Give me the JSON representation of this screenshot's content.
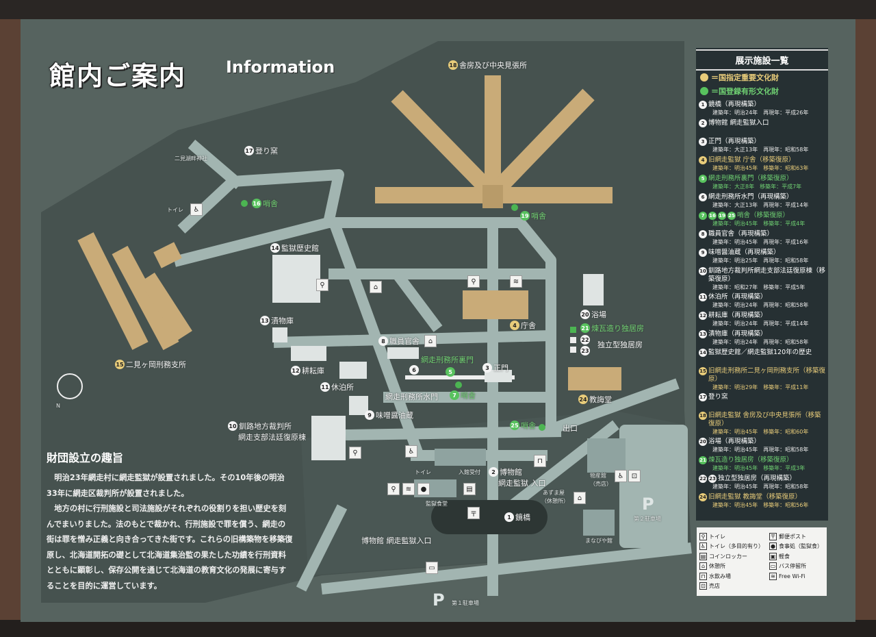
{
  "header": {
    "title": "館内ご案内",
    "title_en": "Information"
  },
  "legend": {
    "title": "展示施設一覧",
    "key_gold": "＝国指定重要文化財",
    "key_green": "＝国登録有形文化財",
    "colors": {
      "gold": "#e8cc7a",
      "green": "#58c25e"
    },
    "items": [
      {
        "nums": [
          "1"
        ],
        "name": "鏡橋（再現構築）",
        "built": "建築年：明治24年",
        "rebuilt": "再現年：平成26年",
        "tone": "white"
      },
      {
        "nums": [
          "2"
        ],
        "name": "博物館 網走監獄入口",
        "built": "",
        "rebuilt": "",
        "tone": "white"
      },
      {
        "nums": [
          "3"
        ],
        "name": "正門（再現構築）",
        "built": "建築年：大正13年",
        "rebuilt": "再現年：昭和58年",
        "tone": "white"
      },
      {
        "nums": [
          "4"
        ],
        "name": "旧網走監獄 庁舎（移築復原）",
        "built": "建築年：明治45年",
        "rebuilt": "移築年：昭和63年",
        "tone": "gold"
      },
      {
        "nums": [
          "5"
        ],
        "name": "網走刑務所裏門（移築復原）",
        "built": "建築年：大正8年",
        "rebuilt": "移築年：平成7年",
        "tone": "green"
      },
      {
        "nums": [
          "6"
        ],
        "name": "網走刑務所水門（再現構築）",
        "built": "建築年：大正13年",
        "rebuilt": "再現年：平成14年",
        "tone": "white"
      },
      {
        "nums": [
          "7",
          "16",
          "19",
          "25"
        ],
        "name": "哨舎（移築復原）",
        "built": "建築年：明治45年",
        "rebuilt": "移築年：平成4年",
        "tone": "green"
      },
      {
        "nums": [
          "8"
        ],
        "name": "職員官舎（再現構築）",
        "built": "建築年：明治45年",
        "rebuilt": "再現年：平成16年",
        "tone": "white"
      },
      {
        "nums": [
          "9"
        ],
        "name": "味噌醤油蔵（再現構築）",
        "built": "建築年：明治25年",
        "rebuilt": "再現年：昭和58年",
        "tone": "white"
      },
      {
        "nums": [
          "10"
        ],
        "name": "釧路地方裁判所網走支部法廷復原棟（移築復原）",
        "built": "建築年：昭和27年",
        "rebuilt": "移築年：平成5年",
        "tone": "white"
      },
      {
        "nums": [
          "11"
        ],
        "name": "休泊所（再現構築）",
        "built": "建築年：明治24年",
        "rebuilt": "再現年：昭和58年",
        "tone": "white"
      },
      {
        "nums": [
          "12"
        ],
        "name": "耕耘庫（再現構築）",
        "built": "建築年：明治24年",
        "rebuilt": "再現年：平成14年",
        "tone": "white"
      },
      {
        "nums": [
          "13"
        ],
        "name": "漬物庫（再現構築）",
        "built": "建築年：明治24年",
        "rebuilt": "再現年：昭和58年",
        "tone": "white"
      },
      {
        "nums": [
          "14"
        ],
        "name": "監獄歴史館／網走監獄120年の歴史",
        "built": "",
        "rebuilt": "",
        "tone": "white"
      },
      {
        "nums": [
          "15"
        ],
        "name": "旧網走刑務所二見ヶ岡刑務支所（移築復原）",
        "built": "建築年：明治29年",
        "rebuilt": "移築年：平成11年",
        "tone": "gold"
      },
      {
        "nums": [
          "17"
        ],
        "name": "登り窯",
        "built": "",
        "rebuilt": "",
        "tone": "white"
      },
      {
        "nums": [
          "18"
        ],
        "name": "旧網走監獄 舎房及び中央見張所（移築復原）",
        "built": "建築年：明治45年",
        "rebuilt": "移築年：昭和60年",
        "tone": "gold"
      },
      {
        "nums": [
          "20"
        ],
        "name": "浴場（再現構築）",
        "built": "建築年：明治45年",
        "rebuilt": "再現年：昭和58年",
        "tone": "white"
      },
      {
        "nums": [
          "21"
        ],
        "name": "煉瓦造り独居房（移築復原）",
        "built": "建築年：明治45年",
        "rebuilt": "移築年：平成3年",
        "tone": "green"
      },
      {
        "nums": [
          "22",
          "23"
        ],
        "name": "独立型独居房（再現構築）",
        "built": "建築年：明治45年",
        "rebuilt": "再現年：昭和58年",
        "tone": "white"
      },
      {
        "nums": [
          "24"
        ],
        "name": "旧網走監獄 教誨堂（移築復原）",
        "built": "建築年：明治45年",
        "rebuilt": "移築年：昭和56年",
        "tone": "gold"
      }
    ]
  },
  "icon_legend": [
    {
      "icon": "toilet-icon",
      "label": "トイレ"
    },
    {
      "icon": "accessible-toilet-icon",
      "label": "トイレ（多目的有り）"
    },
    {
      "icon": "coin-locker-icon",
      "label": "コインロッカー"
    },
    {
      "icon": "rest-area-icon",
      "label": "休憩所"
    },
    {
      "icon": "water-fountain-icon",
      "label": "水飲み場"
    },
    {
      "icon": "shop-icon",
      "label": "売店"
    },
    {
      "icon": "post-box-icon",
      "label": "郵便ポスト"
    },
    {
      "icon": "restaurant-icon",
      "label": "食事処（監獄食）"
    },
    {
      "icon": "snack-icon",
      "label": "軽食"
    },
    {
      "icon": "bus-stop-icon",
      "label": "バス停留所"
    },
    {
      "icon": "wifi-icon",
      "label": "Free Wi-Fi"
    }
  ],
  "about": {
    "title": "財団設立の趣旨",
    "p1": "明治23年網走村に網走監獄が設置されました。その10年後の明治33年に網走区裁判所が設置されました。",
    "p2": "地方の村に行刑施設と司法施設がそれぞれの役割りを担い歴史を刻んでまいりました。法のもとで裁かれ、行刑施設で罪を償う、網走の街は罪を憎み正義と向き合ってきた街です。これらの旧構築物を移築復原し、北海道開拓の礎として北海道集治監の果たした功績を行刑資料とともに顕彰し、保存公開を通じて北海道の教育文化の発展に寄与することを目的に運営しています。"
  },
  "map": {
    "labels": [
      {
        "id": "l18",
        "num": "18",
        "text": "舎房及び中央見張所",
        "tone": "gold"
      },
      {
        "id": "l17",
        "num": "17",
        "text": "登り窯",
        "tone": "white"
      },
      {
        "id": "shrine",
        "num": "",
        "text": "二見湖畔神社",
        "tone": "small"
      },
      {
        "id": "l16",
        "num": "16",
        "text": "哨舎",
        "tone": "green"
      },
      {
        "id": "toilet1",
        "num": "",
        "text": "トイレ",
        "tone": "small"
      },
      {
        "id": "l19",
        "num": "19",
        "text": "哨舎",
        "tone": "green"
      },
      {
        "id": "l14",
        "num": "14",
        "text": "監獄歴史館",
        "tone": "white"
      },
      {
        "id": "l13",
        "num": "13",
        "text": "漬物庫",
        "tone": "white"
      },
      {
        "id": "l12",
        "num": "12",
        "text": "耕耘庫",
        "tone": "white"
      },
      {
        "id": "l15",
        "num": "15",
        "text": "二見ヶ岡刑務支所",
        "tone": "gold"
      },
      {
        "id": "l11",
        "num": "11",
        "text": "休泊所",
        "tone": "white"
      },
      {
        "id": "l9",
        "num": "9",
        "text": "味噌醤油蔵",
        "tone": "white"
      },
      {
        "id": "l10",
        "num": "10",
        "text": "釧路地方裁判所",
        "tone": "white"
      },
      {
        "id": "l10b",
        "num": "",
        "text": "網走支部法廷復原棟",
        "tone": "white"
      },
      {
        "id": "l8",
        "num": "8",
        "text": "職員官舎",
        "tone": "white"
      },
      {
        "id": "l5t",
        "num": "",
        "text": "網走刑務所裏門",
        "tone": "green"
      },
      {
        "id": "l5",
        "num": "5",
        "text": "",
        "tone": "green"
      },
      {
        "id": "l3",
        "num": "3",
        "text": "正門",
        "tone": "white"
      },
      {
        "id": "l6",
        "num": "6",
        "text": "",
        "tone": "white"
      },
      {
        "id": "l6t",
        "num": "",
        "text": "網走刑務所水門",
        "tone": "white"
      },
      {
        "id": "l7",
        "num": "7",
        "text": "哨舎",
        "tone": "green"
      },
      {
        "id": "l4",
        "num": "4",
        "text": "庁舎",
        "tone": "gold"
      },
      {
        "id": "l20",
        "num": "20",
        "text": "浴場",
        "tone": "white"
      },
      {
        "id": "l21",
        "num": "21",
        "text": "煉瓦造り独居房",
        "tone": "green"
      },
      {
        "id": "l22",
        "num": "22",
        "text": "",
        "tone": "white"
      },
      {
        "id": "l23",
        "num": "23",
        "text": "",
        "tone": "white"
      },
      {
        "id": "l2223",
        "num": "",
        "text": "独立型独居房",
        "tone": "white"
      },
      {
        "id": "l24",
        "num": "24",
        "text": "教誨堂",
        "tone": "gold"
      },
      {
        "id": "l25",
        "num": "25",
        "text": "哨舎",
        "tone": "green"
      },
      {
        "id": "exit",
        "num": "",
        "text": "出口",
        "tone": "white"
      },
      {
        "id": "l2",
        "num": "2",
        "text": "博物館",
        "tone": "white"
      },
      {
        "id": "l2b",
        "num": "",
        "text": "網走監獄 入口",
        "tone": "white"
      },
      {
        "id": "l1",
        "num": "1",
        "text": "鏡橋",
        "tone": "white"
      },
      {
        "id": "reception",
        "num": "",
        "text": "入館受付",
        "tone": "small"
      },
      {
        "id": "toilet2",
        "num": "",
        "text": "トイレ",
        "tone": "small"
      },
      {
        "id": "dining",
        "num": "",
        "text": "監獄食堂",
        "tone": "small"
      },
      {
        "id": "azumaya",
        "num": "",
        "text": "あずま屋",
        "tone": "small"
      },
      {
        "id": "azumaya2",
        "num": "",
        "text": "（休憩所）",
        "tone": "small"
      },
      {
        "id": "bussan",
        "num": "",
        "text": "物産館",
        "tone": "small"
      },
      {
        "id": "bussan2",
        "num": "",
        "text": "（売店）",
        "tone": "small"
      },
      {
        "id": "manabiya",
        "num": "",
        "text": "まなびや館",
        "tone": "small"
      },
      {
        "id": "entrance",
        "num": "",
        "text": "博物館 網走監獄入口",
        "tone": "white"
      },
      {
        "id": "park2",
        "num": "",
        "text": "第２駐車場",
        "tone": "small"
      },
      {
        "id": "park1",
        "num": "",
        "text": "第１駐車場",
        "tone": "small"
      }
    ],
    "parking_symbol": "P",
    "compass_label": "N"
  }
}
